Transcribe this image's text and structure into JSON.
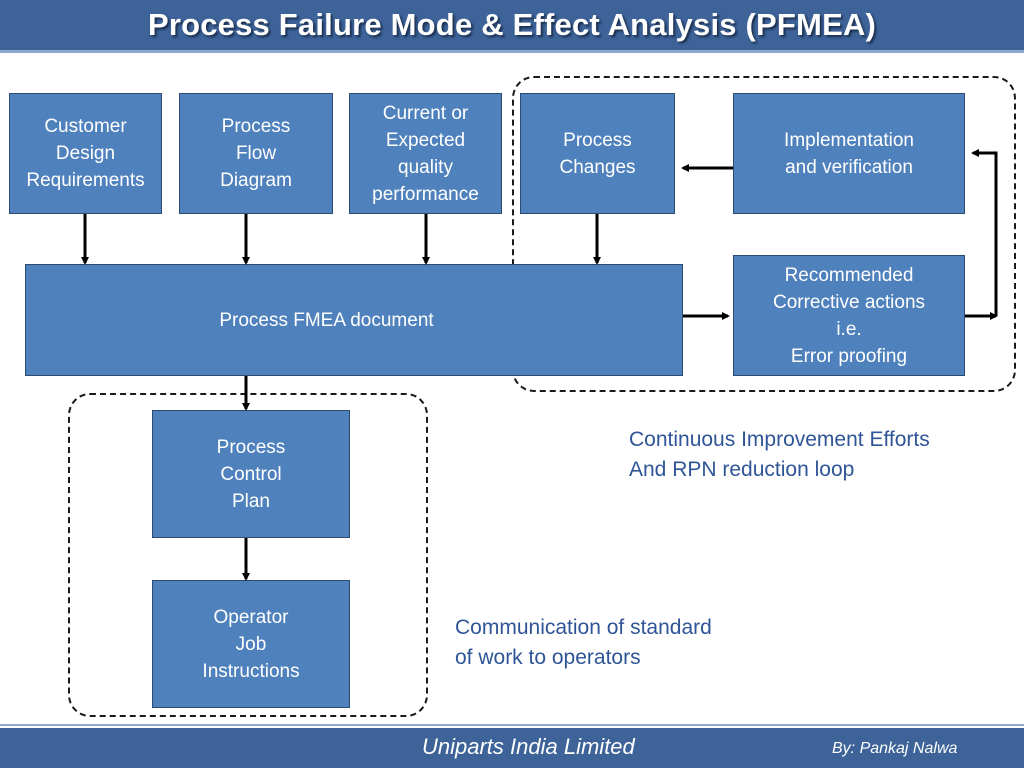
{
  "title": "Process Failure Mode & Effect Analysis (PFMEA)",
  "boxes": {
    "customer_design_requirements": "Customer\nDesign\nRequirements",
    "process_flow_diagram": "Process\nFlow\nDiagram",
    "current_or_expected_quality_performance": "Current or\nExpected\nquality\nperformance",
    "process_changes": "Process\nChanges",
    "implementation_and_verification": "Implementation\nand verification",
    "process_fmea_document": "Process FMEA document",
    "recommended_corrective_actions": "Recommended\nCorrective actions\ni.e.\nError proofing",
    "process_control_plan": "Process\nControl\nPlan",
    "operator_job_instructions": "Operator\nJob\nInstructions"
  },
  "notes": {
    "continuous_improvement": "Continuous Improvement Efforts\nAnd RPN reduction loop",
    "communication": "Communication of standard\nof work to operators"
  },
  "footer": {
    "company": "Uniparts India Limited",
    "author": "By: Pankaj Nalwa"
  },
  "colors": {
    "title_bar": "#3d6399",
    "box_fill": "#4f81bd",
    "note_text": "#2f5597"
  }
}
